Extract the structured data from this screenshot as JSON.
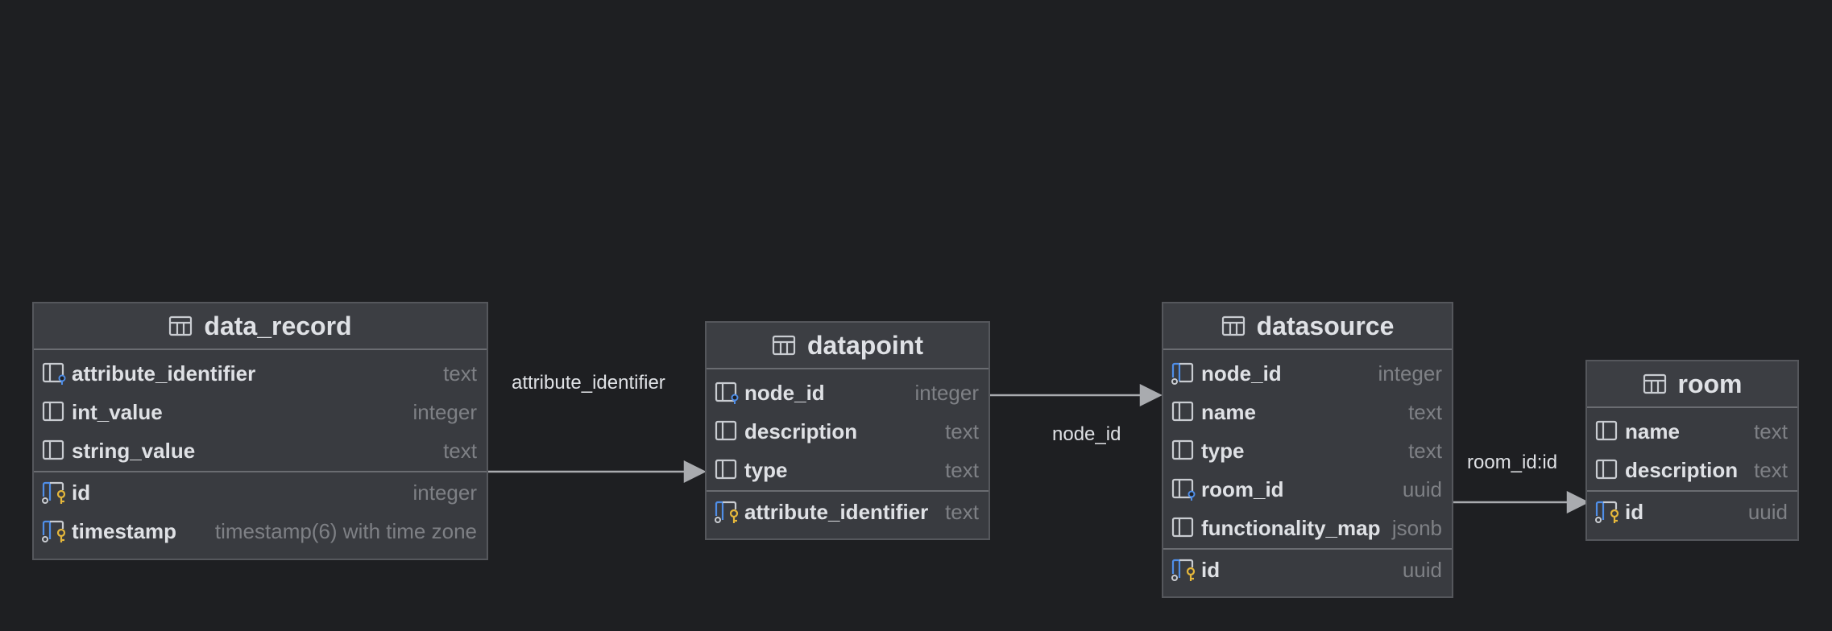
{
  "tables": {
    "data_record": {
      "name": "data_record",
      "columns": [
        {
          "name": "attribute_identifier",
          "type": "text",
          "icon": "foreign-key-column-icon"
        },
        {
          "name": "int_value",
          "type": "integer",
          "icon": "column-icon"
        },
        {
          "name": "string_value",
          "type": "text",
          "icon": "column-icon"
        }
      ],
      "keys": [
        {
          "name": "id",
          "type": "integer",
          "icon": "primary-key-column-icon"
        },
        {
          "name": "timestamp",
          "type": "timestamp(6) with time zone",
          "icon": "primary-key-column-icon"
        }
      ]
    },
    "datapoint": {
      "name": "datapoint",
      "columns": [
        {
          "name": "node_id",
          "type": "integer",
          "icon": "foreign-key-column-icon"
        },
        {
          "name": "description",
          "type": "text",
          "icon": "column-icon"
        },
        {
          "name": "type",
          "type": "text",
          "icon": "column-icon"
        }
      ],
      "keys": [
        {
          "name": "attribute_identifier",
          "type": "text",
          "icon": "primary-key-column-icon"
        }
      ]
    },
    "datasource": {
      "name": "datasource",
      "columns": [
        {
          "name": "node_id",
          "type": "integer",
          "icon": "unique-column-icon"
        },
        {
          "name": "name",
          "type": "text",
          "icon": "column-icon"
        },
        {
          "name": "type",
          "type": "text",
          "icon": "column-icon"
        },
        {
          "name": "room_id",
          "type": "uuid",
          "icon": "foreign-key-column-icon"
        },
        {
          "name": "functionality_map",
          "type": "jsonb",
          "icon": "column-icon"
        }
      ],
      "keys": [
        {
          "name": "id",
          "type": "uuid",
          "icon": "primary-key-column-icon"
        }
      ]
    },
    "room": {
      "name": "room",
      "columns": [
        {
          "name": "name",
          "type": "text",
          "icon": "column-icon"
        },
        {
          "name": "description",
          "type": "text",
          "icon": "column-icon"
        }
      ],
      "keys": [
        {
          "name": "id",
          "type": "uuid",
          "icon": "primary-key-column-icon"
        }
      ]
    }
  },
  "relations": {
    "r1": "attribute_identifier",
    "r2": "node_id",
    "r3": "room_id:id"
  },
  "colors": {
    "background": "#1e1f22",
    "table_body": "#393b40",
    "header": "#3c3e43",
    "type_text": "#7e8085",
    "pk_key": "#e5b73b",
    "fk_key": "#4f8ee8",
    "arrow": "#a9abaf"
  }
}
